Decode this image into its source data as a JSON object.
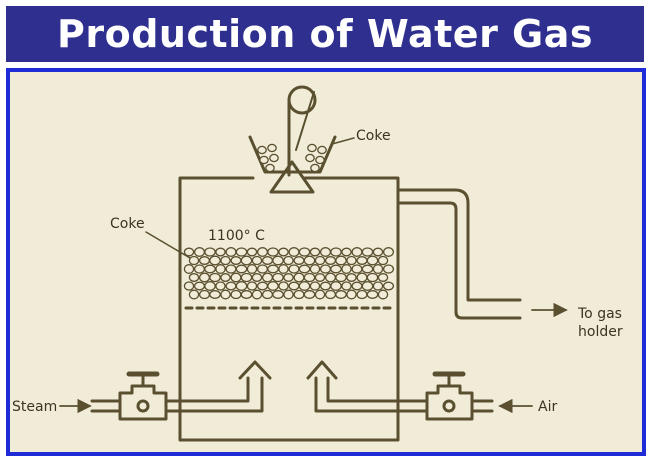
{
  "title": "Production of Water Gas",
  "labels": {
    "coke_hopper": "Coke",
    "coke_bed": "Coke",
    "temperature": "1100° C",
    "outlet_line1": "To gas",
    "outlet_line2": "holder",
    "steam": "Steam",
    "air": "Air"
  },
  "colors": {
    "banner": "#2e2f8e",
    "frame_border": "#1f2bd6",
    "paper": "#f1ecd8",
    "ink": "#5a5030"
  }
}
